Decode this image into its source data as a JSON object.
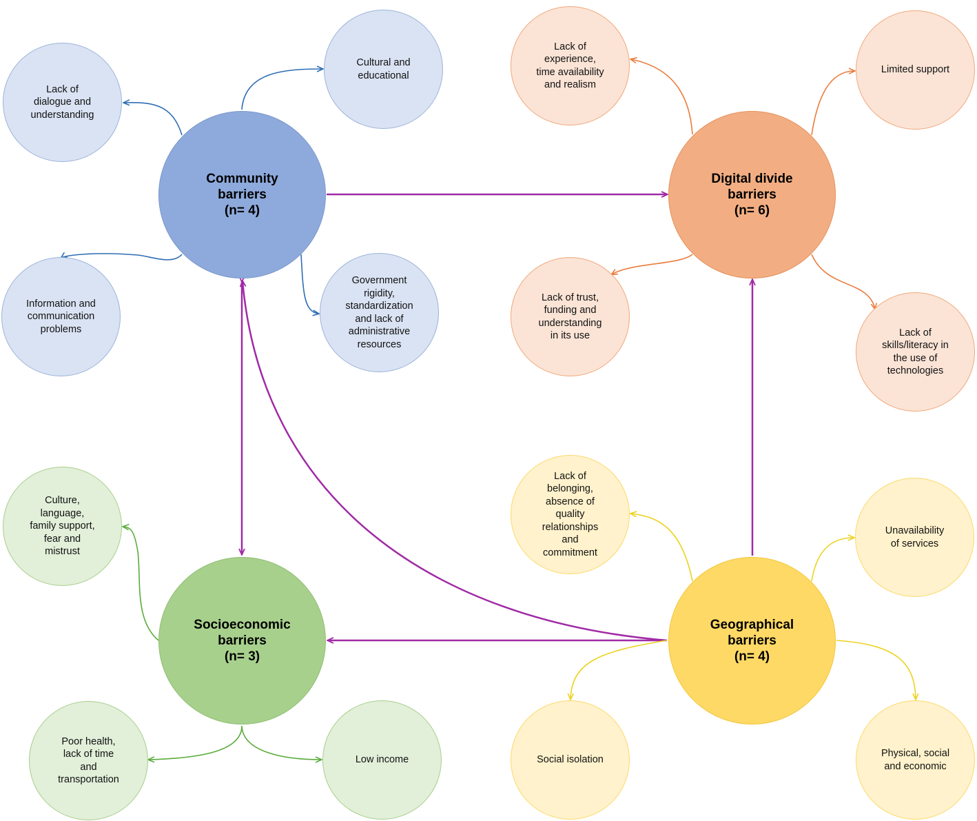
{
  "nodes": {
    "community": {
      "label": "Community\nbarriers\n(n= 4)",
      "fill": "#8eaadc"
    },
    "digital": {
      "label": "Digital divide\nbarriers\n(n= 6)",
      "fill": "#f2ae82"
    },
    "socioeconomic": {
      "label": "Socioeconomic\nbarriers\n(n= 3)",
      "fill": "#a8d08d"
    },
    "geographical": {
      "label": "Geographical\nbarriers\n(n= 4)",
      "fill": "#fed966"
    }
  },
  "community_subs": {
    "dialogue": "Lack of\ndialogue and\nunderstanding",
    "cultural": "Cultural and\neducational",
    "information": "Information and\ncommunication\nproblems",
    "government": "Government\nrigidity,\nstandardization\nand lack of\nadministrative\nresources"
  },
  "digital_subs": {
    "experience": "Lack of\nexperience,\ntime availability\nand realism",
    "limited_support": "Limited support",
    "trust": "Lack of trust,\nfunding and\nunderstanding\nin its use",
    "skills": "Lack of\nskills/literacy in\nthe use of\ntechnologies"
  },
  "socioeconomic_subs": {
    "culture": "Culture,\nlanguage,\nfamily support,\nfear and\nmistrust",
    "health": "Poor health,\nlack of time\nand\ntransportation",
    "income": "Low income"
  },
  "geographical_subs": {
    "belonging": "Lack of\nbelonging,\nabsence of\nquality\nrelationships\nand\ncommitment",
    "services": "Unavailability\nof services",
    "isolation": "Social isolation",
    "physical": "Physical, social\nand economic"
  },
  "colors": {
    "connector": "#a02aa6",
    "community_arrow": "#2e6db3",
    "digital_arrow": "#ea7b3c",
    "socio_arrow": "#5aab3b",
    "geo_arrow": "#ecd21e"
  }
}
